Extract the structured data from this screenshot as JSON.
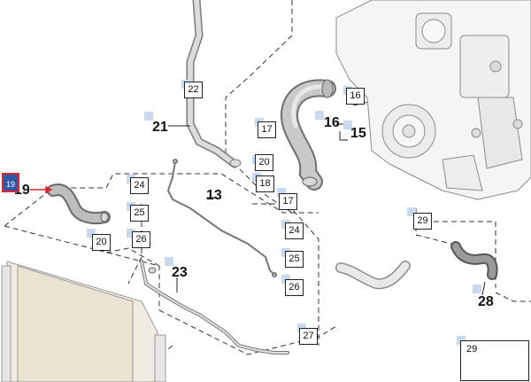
{
  "diagram": {
    "selected_item": "19",
    "callouts": {
      "c22": "22",
      "c16": "16",
      "c17a": "17",
      "c20a": "20",
      "c18": "18",
      "c17b": "17",
      "c24a": "24",
      "c25a": "25",
      "c26a": "26",
      "c20b": "20",
      "c24b": "24",
      "c25b": "25",
      "c26b": "26",
      "c27": "27",
      "c29": "29"
    },
    "labels": {
      "l21": "21",
      "l16": "16",
      "l15": "15",
      "l19": "19",
      "l13": "13",
      "l23": "23",
      "l28": "28"
    },
    "inset": {
      "label": "29"
    },
    "colors": {
      "selection_fill": "#2f57a8",
      "selection_border": "#e0262d",
      "marker": "#c9d9ee",
      "leader_arrow": "#e0262d"
    }
  }
}
